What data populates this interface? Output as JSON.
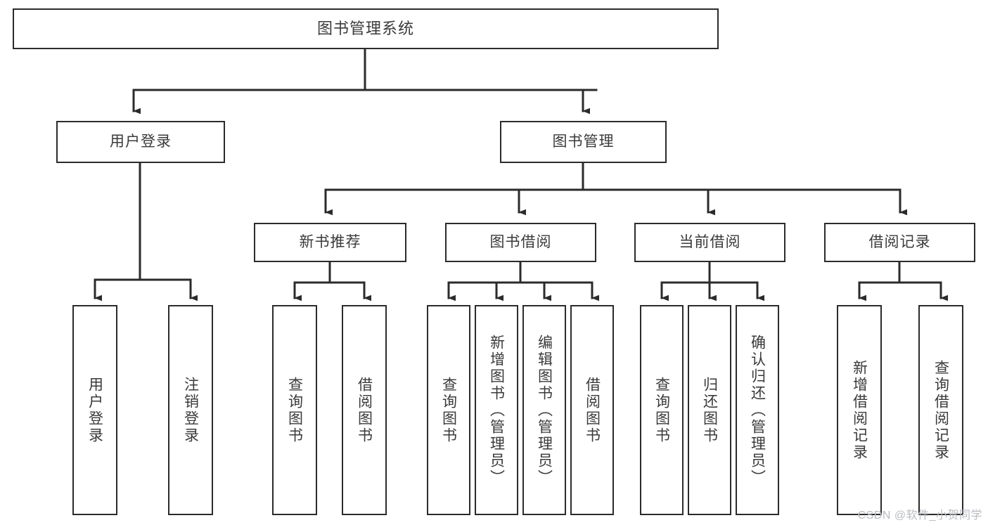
{
  "diagram": {
    "title": "图书管理系统",
    "type": "tree",
    "colors": {
      "background": "#ffffff",
      "box_border": "#2b2b2b",
      "box_fill": "#ffffff",
      "text": "#3a3a3a",
      "connector": "#2b2b2b",
      "watermark": "#b9bcc2"
    },
    "nodes": {
      "root": {
        "label": "图书管理系统"
      },
      "level1": [
        {
          "id": "user-login",
          "label": "用户登录"
        },
        {
          "id": "book-manage",
          "label": "图书管理"
        }
      ],
      "level2": [
        {
          "id": "new-book-recommend",
          "label": "新书推荐"
        },
        {
          "id": "book-borrow",
          "label": "图书借阅"
        },
        {
          "id": "current-borrow",
          "label": "当前借阅"
        },
        {
          "id": "borrow-record",
          "label": "借阅记录"
        }
      ],
      "leaves": {
        "user-login": [
          {
            "id": "leaf-user-login",
            "label": "用户登录"
          },
          {
            "id": "leaf-user-logout",
            "label": "注销登录"
          }
        ],
        "new-book-recommend": [
          {
            "id": "leaf-query-book-1",
            "label": "查询图书"
          },
          {
            "id": "leaf-borrow-book-1",
            "label": "借阅图书"
          }
        ],
        "book-borrow": [
          {
            "id": "leaf-query-book-2",
            "label": "查询图书"
          },
          {
            "id": "leaf-add-book",
            "label": "新增图书（管理员）"
          },
          {
            "id": "leaf-edit-book",
            "label": "编辑图书（管理员）"
          },
          {
            "id": "leaf-borrow-book-2",
            "label": "借阅图书"
          }
        ],
        "current-borrow": [
          {
            "id": "leaf-query-book-3",
            "label": "查询图书"
          },
          {
            "id": "leaf-return-book",
            "label": "归还图书"
          },
          {
            "id": "leaf-confirm-return",
            "label": "确认归还（管理员）"
          }
        ],
        "borrow-record": [
          {
            "id": "leaf-add-record",
            "label": "新增借阅记录"
          },
          {
            "id": "leaf-query-record",
            "label": "查询借阅记录"
          }
        ]
      }
    },
    "watermark": "CSDN @软件_小贺同学"
  }
}
